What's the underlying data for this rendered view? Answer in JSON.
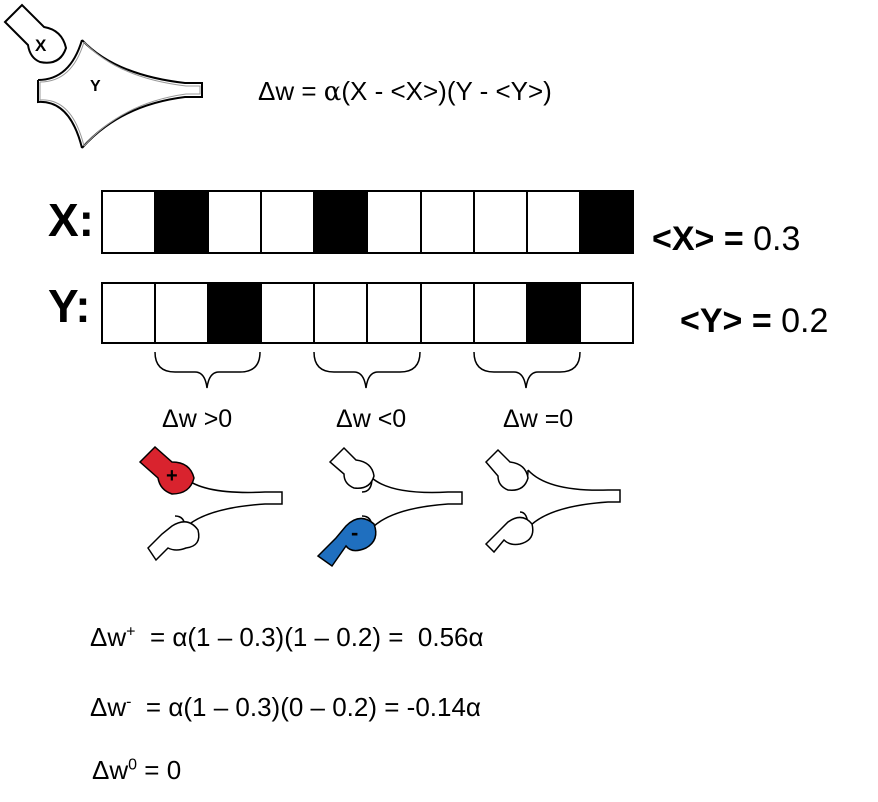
{
  "top": {
    "synapse_x_label": "X",
    "synapse_y_label": "Y",
    "rule": {
      "left": "Δw = ",
      "alpha": "α",
      "right": "(X - <X>)(Y - <Y>)"
    }
  },
  "trains": [
    {
      "label": "X:",
      "mean_name": "<X>",
      "mean_eq": " = ",
      "mean_value": "0.3",
      "bits": [
        0,
        1,
        0,
        0,
        1,
        0,
        0,
        0,
        0,
        1
      ]
    },
    {
      "label": "Y:",
      "mean_name": "<Y>",
      "mean_eq": " = ",
      "mean_value": "0.2",
      "bits": [
        0,
        0,
        1,
        0,
        0,
        0,
        0,
        0,
        1,
        0
      ]
    }
  ],
  "cases": [
    {
      "label": "Δw >0",
      "sign": "+",
      "color": "#d9232e"
    },
    {
      "label": "Δw <0",
      "sign": "-",
      "color": "#1f6fbf"
    },
    {
      "label": "Δw =0",
      "sign": "",
      "color": "#ffffff"
    }
  ],
  "equations": [
    {
      "lhs": "Δw",
      "sup": "+",
      "rhs": "  = α(1 – 0.3)(1 – 0.2) =  0.56α"
    },
    {
      "lhs": "Δw",
      "sup": "-",
      "rhs": "  = α(1 – 0.3)(0 – 0.2) = -0.14α"
    },
    {
      "lhs": "Δw",
      "sup": "0",
      "rhs": " = 0"
    }
  ]
}
